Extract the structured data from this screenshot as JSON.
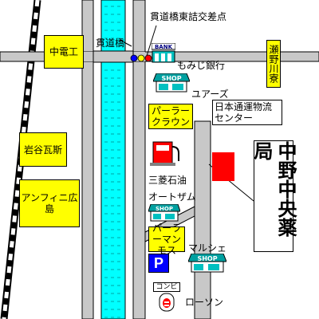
{
  "colors": {
    "road": "#c8c8c8",
    "river": "#00ffff",
    "highlight": "#ffff00",
    "pharmacy": "#ff0000"
  },
  "labels": {
    "intersection": "貫道橋東詰交差点",
    "bridge": "貫道橋",
    "bank_sign": "BANK",
    "momiji_bank": "もみじ銀行",
    "shop_sign": "SHOP",
    "yuazu": "ユアーズ",
    "seno_dorm": "瀬野川寮",
    "chudenko": "中電工",
    "parlor_crown": "パーラークラウン",
    "nittsu": "日本通運物流センター",
    "iwatani": "岩谷瓦斯",
    "anfini": "アンフィニ広島",
    "mitsubishi": "三菱石油",
    "autozam": "オートザム",
    "pharmacy": "中野中央薬局",
    "parlor_mammoth": "パーラーマンモス",
    "marche": "マルシェ",
    "conv_sign": "コンビニ",
    "lawson": "ローソン",
    "parking": "P"
  },
  "icons": [
    "bank-icon",
    "shop-icon",
    "gas-station-icon",
    "parking-icon",
    "convenience-store-icon",
    "traffic-signal-icon"
  ]
}
